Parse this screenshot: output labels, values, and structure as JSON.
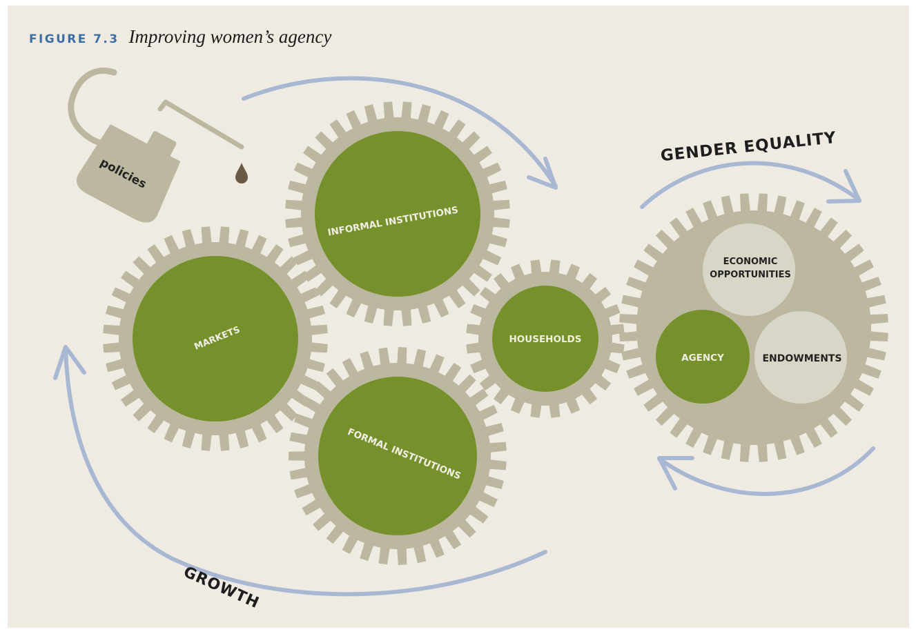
{
  "figure": {
    "label": "FIGURE 7.3",
    "title": "Improving women’s agency"
  },
  "diagram": {
    "can_label": "policies",
    "gears": {
      "markets": "MARKETS",
      "informal_institutions": "INFORMAL INSTITUTIONS",
      "formal_institutions": "FORMAL INSTITUTIONS",
      "households": "HOUSEHOLDS"
    },
    "outcome_gear": {
      "economic_opportunities_line1": "ECONOMIC",
      "economic_opportunities_line2": "OPPORTUNITIES",
      "agency": "AGENCY",
      "endowments": "ENDOWMENTS"
    },
    "arrows": {
      "gender_equality": "GENDER EQUALITY",
      "growth": "GROWTH"
    }
  },
  "colors": {
    "background": "#efebe2",
    "gear": "#bcb8a0",
    "green": "#76912b",
    "pale_circle": "#d9d6c7",
    "arrow": "#a9b8d2",
    "figure_label": "#3d6fa6",
    "oil_drop": "#6b5a45"
  }
}
